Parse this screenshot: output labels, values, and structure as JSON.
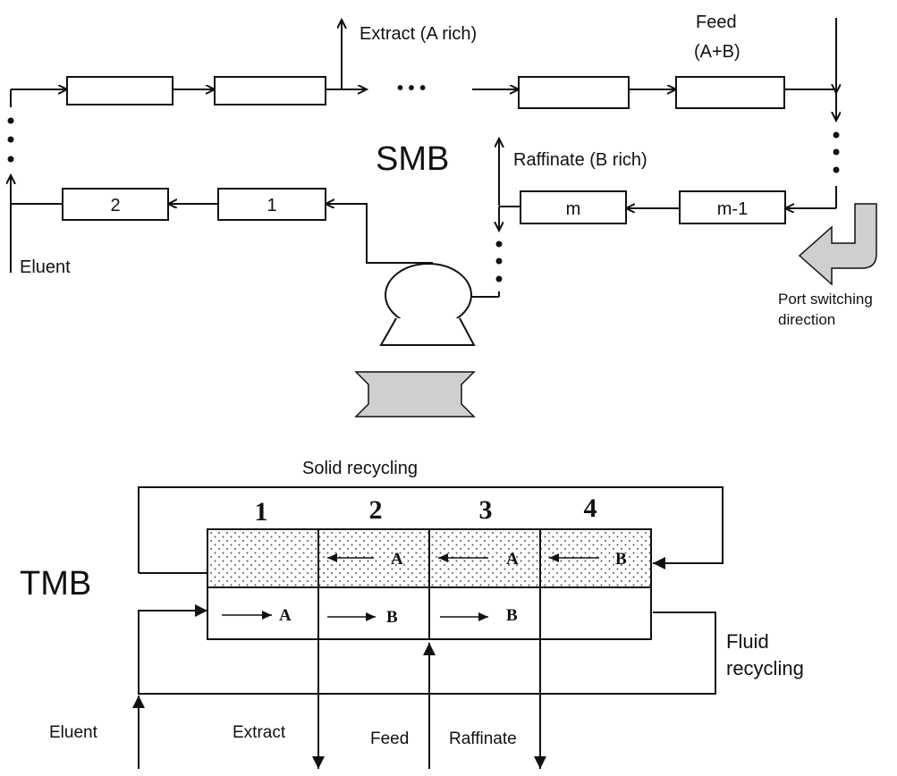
{
  "smb": {
    "label": "SMB",
    "extract_label": "Extract (A rich)",
    "feed_label_line1": "Feed",
    "feed_label_line2": "(A+B)",
    "raffinate_label": "Raffinate (B rich)",
    "eluent_label": "Eluent",
    "columns": {
      "col1": "1",
      "col2": "2",
      "col_m": "m",
      "col_m1": "m-1"
    },
    "ellipsis": "• • •",
    "port_switch_line1": "Port switching",
    "port_switch_line2": "direction"
  },
  "tmb": {
    "label": "TMB",
    "solid_recycling": "Solid recycling",
    "fluid_recycling_line1": "Fluid",
    "fluid_recycling_line2": "recycling",
    "zones": [
      "1",
      "2",
      "3",
      "4"
    ],
    "solid_arrows": [
      "",
      "A",
      "A",
      "B"
    ],
    "fluid_arrows": [
      "A",
      "B",
      "B",
      ""
    ],
    "eluent_label": "Eluent",
    "extract_label": "Extract",
    "feed_label": "Feed",
    "raffinate_label": "Raffinate"
  },
  "colors": {
    "stroke": "#111111",
    "fill_gray": "#cfcfcf",
    "dots": "#555555"
  }
}
